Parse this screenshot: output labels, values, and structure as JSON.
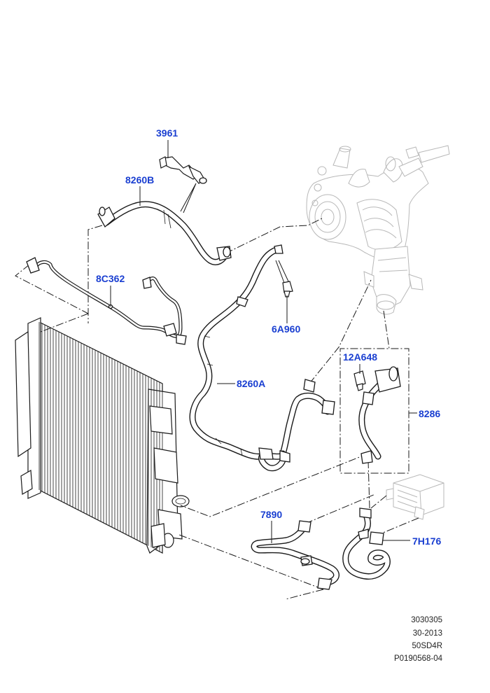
{
  "diagram": {
    "part_labels": {
      "p3961": "3961",
      "p8260B": "8260B",
      "p8C362": "8C362",
      "p6A960": "6A960",
      "p12A648": "12A648",
      "p8260A": "8260A",
      "p8286": "8286",
      "p7890": "7890",
      "p7H176": "7H176"
    },
    "reference": {
      "line1": "3030305",
      "line2": "30-2013",
      "line3": "50SD4R",
      "line4": "P0190568-04"
    }
  }
}
